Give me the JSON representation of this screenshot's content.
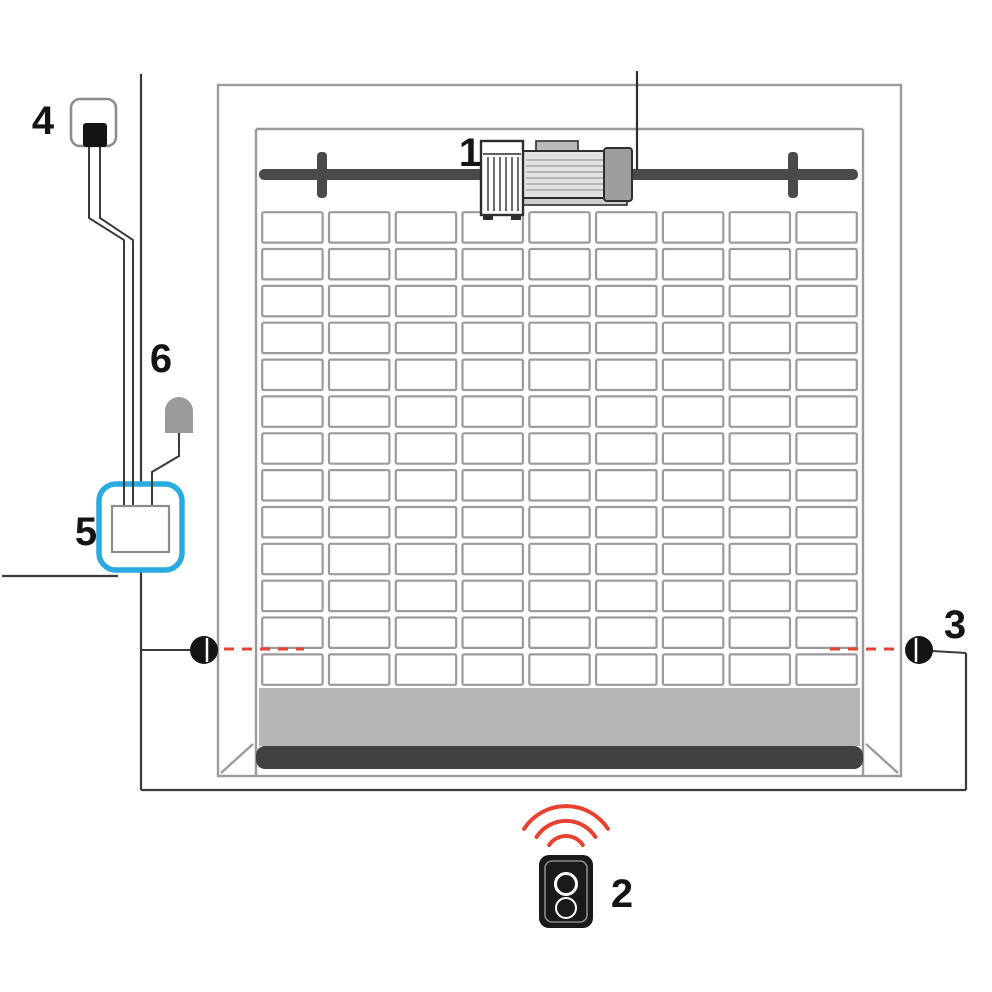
{
  "diagram": {
    "callouts": [
      {
        "id": "drive-motor-unit",
        "label": "1"
      },
      {
        "id": "remote-control",
        "label": "2"
      },
      {
        "id": "photocells",
        "label": "3"
      },
      {
        "id": "power-supply-socket",
        "label": "4"
      },
      {
        "id": "control-unit",
        "label": "5"
      },
      {
        "id": "flashing-lamp",
        "label": "6"
      }
    ],
    "door_grid": {
      "columns": 9,
      "rows": 13
    },
    "colors": {
      "highlight_blue": "#29ABE2",
      "signal_red": "#E8412F",
      "outline_gray": "#9B9B9B",
      "line_dark": "#3A3A3A",
      "panel_gray": "#B5B5B5",
      "bar_dark": "#414141",
      "component_black": "#141414"
    }
  }
}
